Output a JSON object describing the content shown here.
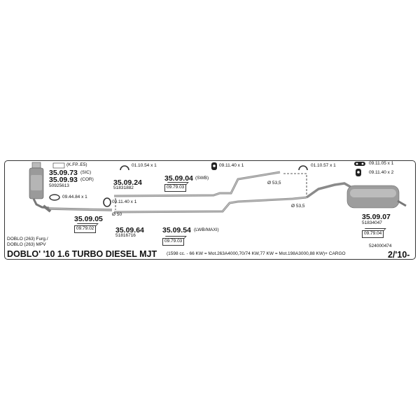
{
  "catalyst": {
    "tag": "(K.FP..E5)",
    "code_sic": "35.09.73",
    "label_sic": "(SIC)",
    "code_cor": "35.09.93",
    "label_cor": "(COR)",
    "ref": "50925613"
  },
  "gasket_front": {
    "code": "09.44.84",
    "qty": "x 1"
  },
  "clamps_top": [
    {
      "code": "01.10.54",
      "qty": "x 1"
    },
    {
      "code": "09.11.40",
      "qty": "x 1"
    },
    {
      "code": "01.10.57",
      "qty": "x 1"
    }
  ],
  "rubber_rear": [
    {
      "code": "09.11.05",
      "qty": "x 1"
    },
    {
      "code": "09.11.40",
      "qty": "x 2"
    }
  ],
  "front_pipe": {
    "code": "35.09.05",
    "kit": "09.79.02"
  },
  "mid_clamp": {
    "code": "09.11.40",
    "qty": "x 1",
    "diameter": "Ø 50"
  },
  "center_swb": {
    "code": "35.09.24",
    "ref": "51831882",
    "code2": "35.09.04",
    "variant": "(SWB)",
    "kit": "09.79.03"
  },
  "center_lwb": {
    "code": "35.09.64",
    "ref": "51816716",
    "code2": "35.09.54",
    "variant": "(LWB/MAXI)",
    "kit": "09.79.03"
  },
  "diameters": {
    "upper": "Ø 53,5",
    "lower": "Ø 53,5"
  },
  "rear_silencer": {
    "code": "35.09.07",
    "ref": "51834047",
    "kit": "09.79.04"
  },
  "vehicle_lines": [
    "DOBLO (263) Furg./",
    "DOBLO (263) MPV"
  ],
  "title": "DOBLO'  '10  1.6 TURBO DIESEL MJT",
  "engine_info": "(1598 cc. - 66 KW = Mot.263A4000,70/74 KW,77 KW = Mot.198A3000,88 KW)+ CARGO",
  "catalog_no": "524000474",
  "date": "2/'10-"
}
